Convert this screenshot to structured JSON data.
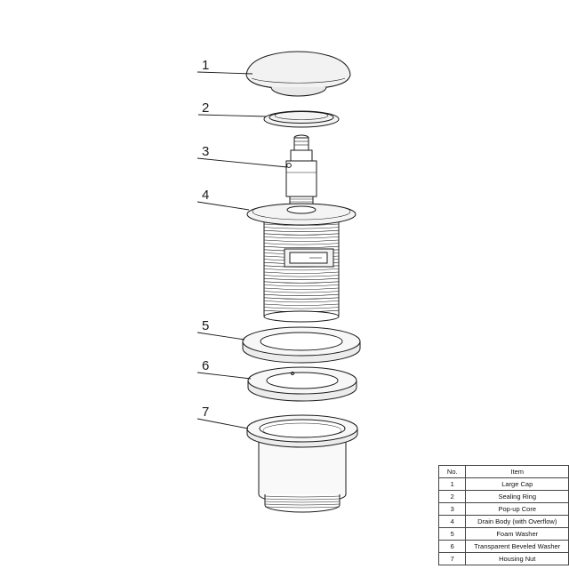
{
  "callouts": [
    "1",
    "2",
    "3",
    "4",
    "5",
    "6",
    "7"
  ],
  "table": {
    "headers": {
      "no": "No.",
      "item": "Item"
    },
    "rows": [
      {
        "no": "1",
        "item": "Large Cap"
      },
      {
        "no": "2",
        "item": "Sealing Ring"
      },
      {
        "no": "3",
        "item": "Pop-up Core"
      },
      {
        "no": "4",
        "item": "Drain Body (with Overflow)"
      },
      {
        "no": "5",
        "item": "Foam  Washer"
      },
      {
        "no": "6",
        "item": "Transparent Beveled Washer"
      },
      {
        "no": "7",
        "item": "Housing Nut"
      }
    ]
  },
  "colors": {
    "line": "#1a1a1a",
    "shade": "#e6e6e6"
  }
}
